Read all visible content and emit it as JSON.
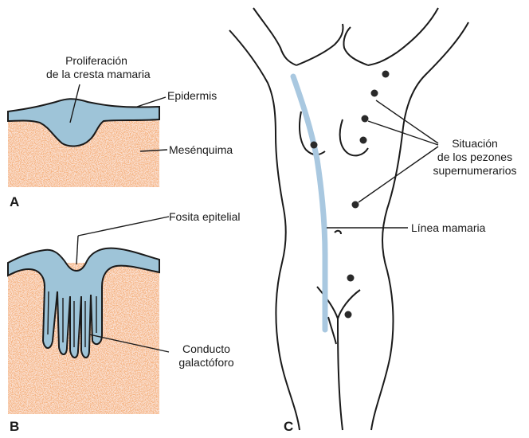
{
  "panels": {
    "a": {
      "letter": "A",
      "labels": {
        "proliferation_line1": "Proliferación",
        "proliferation_line2": "de la cresta mamaria",
        "epidermis": "Epidermis",
        "mesenchyme": "Mesénquima"
      }
    },
    "b": {
      "letter": "B",
      "labels": {
        "pit": "Fosita epitelial",
        "duct_line1": "Conducto",
        "duct_line2": "galactóforo"
      }
    },
    "c": {
      "letter": "C",
      "labels": {
        "location_line1": "Situación",
        "location_line2": "de los pezones",
        "location_line3": "supernumerarios",
        "mammary_line": "Línea mamaria"
      }
    }
  },
  "colors": {
    "mesenchyme": "#e8743a",
    "epidermis": "#9ec4d8",
    "outline": "#1a1a1a",
    "mammary_line": "#a9c8e0"
  }
}
